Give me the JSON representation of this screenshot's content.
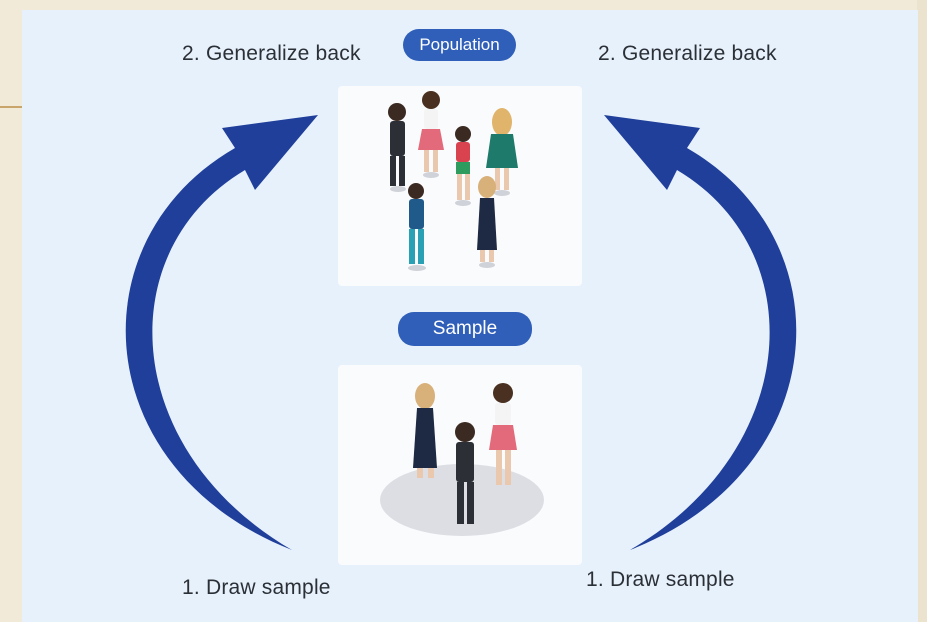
{
  "labels": {
    "generalize_left": "2. Generalize back",
    "generalize_right": "2. Generalize back",
    "draw_left": "1. Draw sample",
    "draw_right": "1. Draw sample"
  },
  "badges": {
    "population": "Population",
    "sample": "Sample"
  },
  "colors": {
    "arrow": "#1f3f9a",
    "badge": "#2f5fb8",
    "panel": "#e7f1fb",
    "card": "#fafbfd"
  }
}
